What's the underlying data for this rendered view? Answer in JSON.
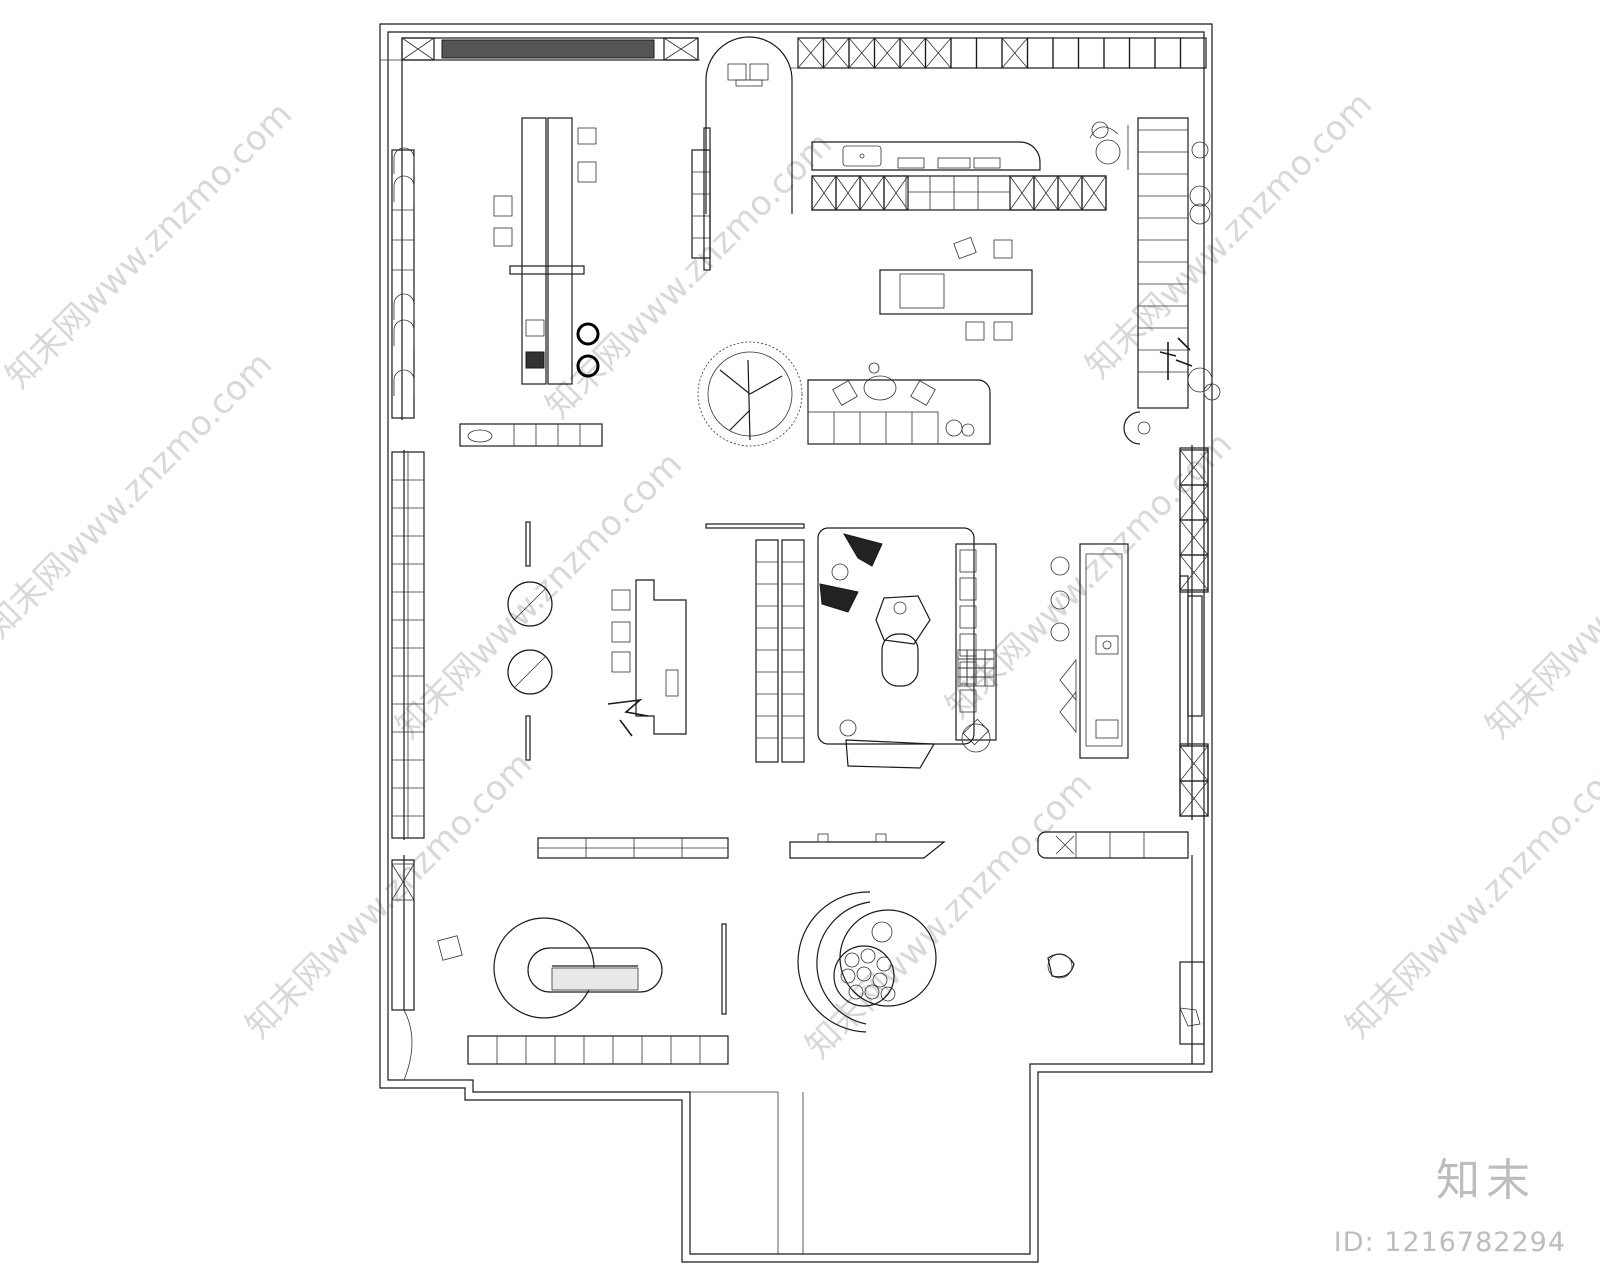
{
  "watermark": {
    "text": "知末网www.znzmo.com"
  },
  "brand": {
    "logo_text": "知末",
    "id_label": "ID: 1216782294"
  },
  "colors": {
    "line": "#1a1a1a",
    "background": "#ffffff",
    "watermark": "#d8d8d8"
  }
}
